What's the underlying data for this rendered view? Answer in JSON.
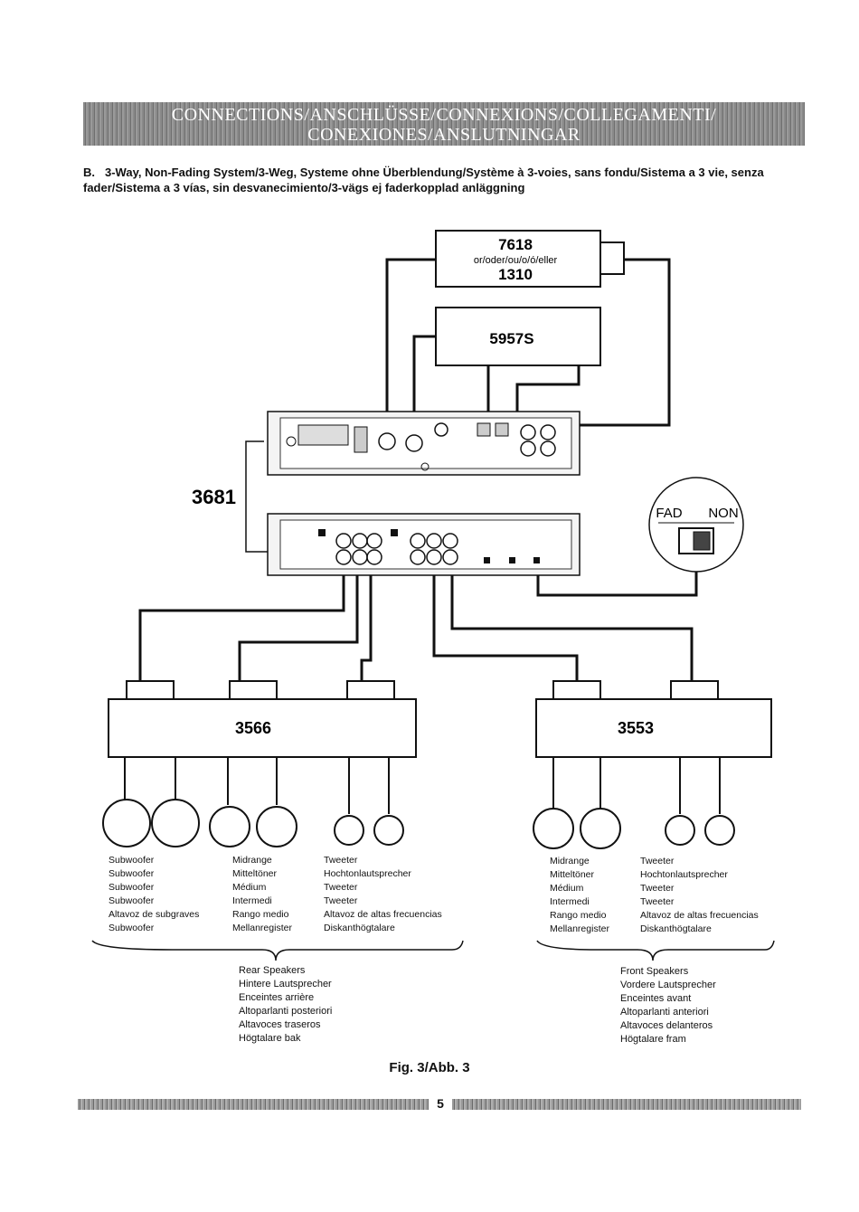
{
  "header": {
    "line1": "CONNECTIONS/ANSCHLÜSSE/CONNEXIONS/COLLEGAMENTI/",
    "line2": "CONEXIONES/ANSLUTNINGAR"
  },
  "subtitle": {
    "label": "B.",
    "text": "3-Way, Non-Fading System/3-Weg, Systeme ohne Überblendung/Système à 3-voies, sans fondu/Sistema a 3 vie, senza fader/Sistema a 3 vías, sin desvanecimiento/3-vägs ej faderkopplad anläggning"
  },
  "diagram": {
    "box_top_a": "7618",
    "box_top_or": "or/oder/ou/o/ó/eller",
    "box_top_b": "1310",
    "box_mid": "5957S",
    "amp_label": "3681",
    "fad_label": "FAD",
    "non_label": "NON",
    "amp_left_name": "3566",
    "amp_right_name": "3553"
  },
  "labels": {
    "subwoofer": [
      "Subwoofer",
      "Subwoofer",
      "Subwoofer",
      "Subwoofer",
      "Altavoz de subgraves",
      "Subwoofer"
    ],
    "midrange_rear": [
      "Midrange",
      "Mitteltöner",
      "Médium",
      "Intermedi",
      "Rango medio",
      "Mellanregister"
    ],
    "tweeter_rear": [
      "Tweeter",
      "Hochtonlautsprecher",
      "Tweeter",
      "Tweeter",
      "Altavoz de altas frecuencias",
      "Diskanthögtalare"
    ],
    "midrange_front": [
      "Midrange",
      "Mitteltöner",
      "Médium",
      "Intermedi",
      "Rango medio",
      "Mellanregister"
    ],
    "tweeter_front": [
      "Tweeter",
      "Hochtonlautsprecher",
      "Tweeter",
      "Tweeter",
      "Altavoz de altas frecuencias",
      "Diskanthögtalare"
    ]
  },
  "captions": {
    "rear": [
      "Rear Speakers",
      "Hintere Lautsprecher",
      "Enceintes arrière",
      "Altoparlanti posteriori",
      "Altavoces traseros",
      "Högtalare bak"
    ],
    "front": [
      "Front Speakers",
      "Vordere Lautsprecher",
      "Enceintes avant",
      "Altoparlanti anteriori",
      "Altavoces delanteros",
      "Högtalare fram"
    ]
  },
  "figure_caption": "Fig. 3/Abb. 3",
  "page_number": "5"
}
